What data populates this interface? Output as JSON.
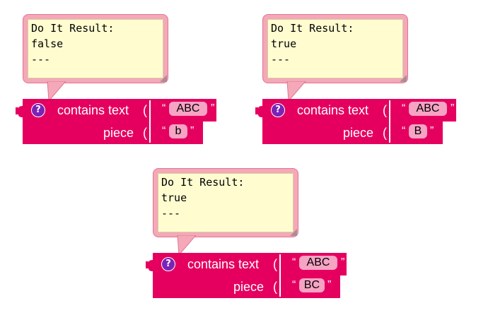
{
  "blocks": [
    {
      "result_header": "Do It Result:",
      "result_value": "false",
      "result_sep": "---",
      "func_label": "contains text",
      "paren": "(",
      "text_value": "ABC",
      "piece_label": "piece",
      "piece_value": "b",
      "quote_open": "“",
      "quote_close": "”"
    },
    {
      "result_header": "Do It Result:",
      "result_value": "true",
      "result_sep": "---",
      "func_label": "contains text",
      "paren": "(",
      "text_value": "ABC",
      "piece_label": "piece",
      "piece_value": "B",
      "quote_open": "“",
      "quote_close": "”"
    },
    {
      "result_header": "Do It Result:",
      "result_value": "true",
      "result_sep": "---",
      "func_label": "contains text",
      "paren": "(",
      "text_value": "ABC",
      "piece_label": "piece",
      "piece_value": "BC",
      "quote_open": "“",
      "quote_close": "”"
    }
  ],
  "icons": {
    "help": "?"
  },
  "colors": {
    "block": "#e5005f",
    "bubble_border": "#f4a8b8",
    "bubble_fill": "#fffdd0",
    "text_field": "#f6a3c4",
    "help_icon": "#7a23b8"
  }
}
